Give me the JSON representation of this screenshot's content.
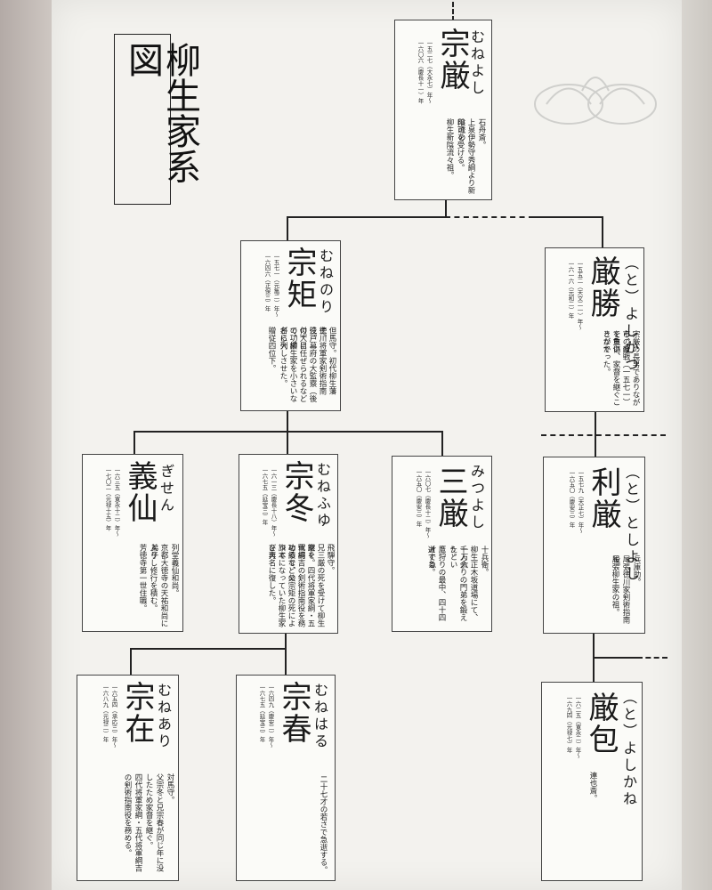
{
  "title": "柳生家系図",
  "persons": {
    "muneyoshi": {
      "name": "宗厳",
      "reading": "むねよし",
      "dates": [
        "一五二七（大永七）年～",
        "一六〇六（慶長十一）年"
      ],
      "desc": [
        "石舟斎。",
        "上泉伊勢守秀綱より新陰流の",
        "印可を受ける。",
        "柳生新陰流々祖。"
      ]
    },
    "munenori": {
      "name": "宗矩",
      "reading": "むねのり",
      "dates": [
        "一五七一（元亀二）年～",
        "一六四六（正保三）年"
      ],
      "desc": [
        "但馬守。初代柳生藩主。",
        "徳川将軍家剣術指南役。",
        "江戸幕府の大監察（後の大目",
        "付）に任ぜられるなどの功績",
        "で、柳生家を小さいながら大",
        "名に列しさせた。",
        "贈従四位下。"
      ]
    },
    "yoshikatsu": {
      "name": "厳勝",
      "reading": "（と）よしかつ",
      "dates": [
        "一五五二（天文二一）年～",
        "一六一六（元和二）年"
      ],
      "desc": [
        "宗厳の長男でありながら、敵",
        "市の合戦（一五七一）で重傷",
        "を負い、家督を継ぐことがで",
        "きなかった。"
      ]
    },
    "gisen": {
      "name": "義仙",
      "reading": "ぎせん",
      "dates": [
        "一六三五（寛永十二）年～",
        "一七〇二（元禄十五）年"
      ],
      "desc": [
        "列堂義仙和尚。",
        "京都大徳寺の天祐和尚に弟子",
        "入りし修行を積む。",
        "芳徳寺第一世住職。"
      ]
    },
    "munefuyu": {
      "name": "宗冬",
      "reading": "むねふゆ",
      "dates": [
        "一六一三（慶長十八）年～",
        "一六七五（延宝三）年"
      ],
      "desc": [
        "飛騨守。",
        "兄三厳の死を受けて柳生家を",
        "継ぐ。四代将軍家綱・五代将",
        "軍綱吉の剣術指南役を務めるなどの",
        "功績で、父宗矩の死によって",
        "旗本になっていた柳生家を再",
        "び大名に復した。"
      ]
    },
    "mitsuyoshi": {
      "name": "三厳",
      "reading": "みつよし",
      "dates": [
        "一六〇七（慶長十二）年～",
        "一六五〇（慶安三）年"
      ],
      "desc": [
        "十兵衛。",
        "柳生正木坂道場にて、一万六",
        "千人余りの門弟を鍛えたとい",
        "う。",
        "鷹狩りの最中、四十四才で急",
        "逝する。"
      ]
    },
    "toshitoshi": {
      "name": "利厳",
      "reading": "（と）としよし",
      "dates": [
        "一五七九（天正七）年～",
        "一六五〇（慶安三）年"
      ],
      "desc": [
        "兵庫助。",
        "尾張徳川家剣術指南役。",
        "尾張柳生家の祖。"
      ]
    },
    "munearu": {
      "name": "宗在",
      "reading": "むねあり",
      "dates": [
        "一六五四（承応三）年～",
        "一六八九（元禄二）年"
      ],
      "desc": [
        "対馬守。",
        "父宗冬と兄宗春が同じ年に没",
        "したため家督を継ぐ。",
        "四代将軍家綱・五代将軍綱吉",
        "の剣術指南役を務める。"
      ]
    },
    "muneharu": {
      "name": "宗春",
      "reading": "むねはる",
      "dates": [
        "一六四九（慶安二）年～",
        "一六七五（延宝三）年"
      ],
      "desc": [
        "二十七才の若さで急逝する。"
      ]
    },
    "yoshikane": {
      "name": "厳包",
      "reading": "（と）よしかね",
      "dates": [
        "一六二五（寛永二）年～",
        "一六九四（元禄七）年"
      ],
      "desc": [
        "連也斎。"
      ]
    }
  },
  "colors": {
    "line": "#222222",
    "box_border": "#444444",
    "paper": "#fbfbf8",
    "board": "#f3f2ee"
  }
}
